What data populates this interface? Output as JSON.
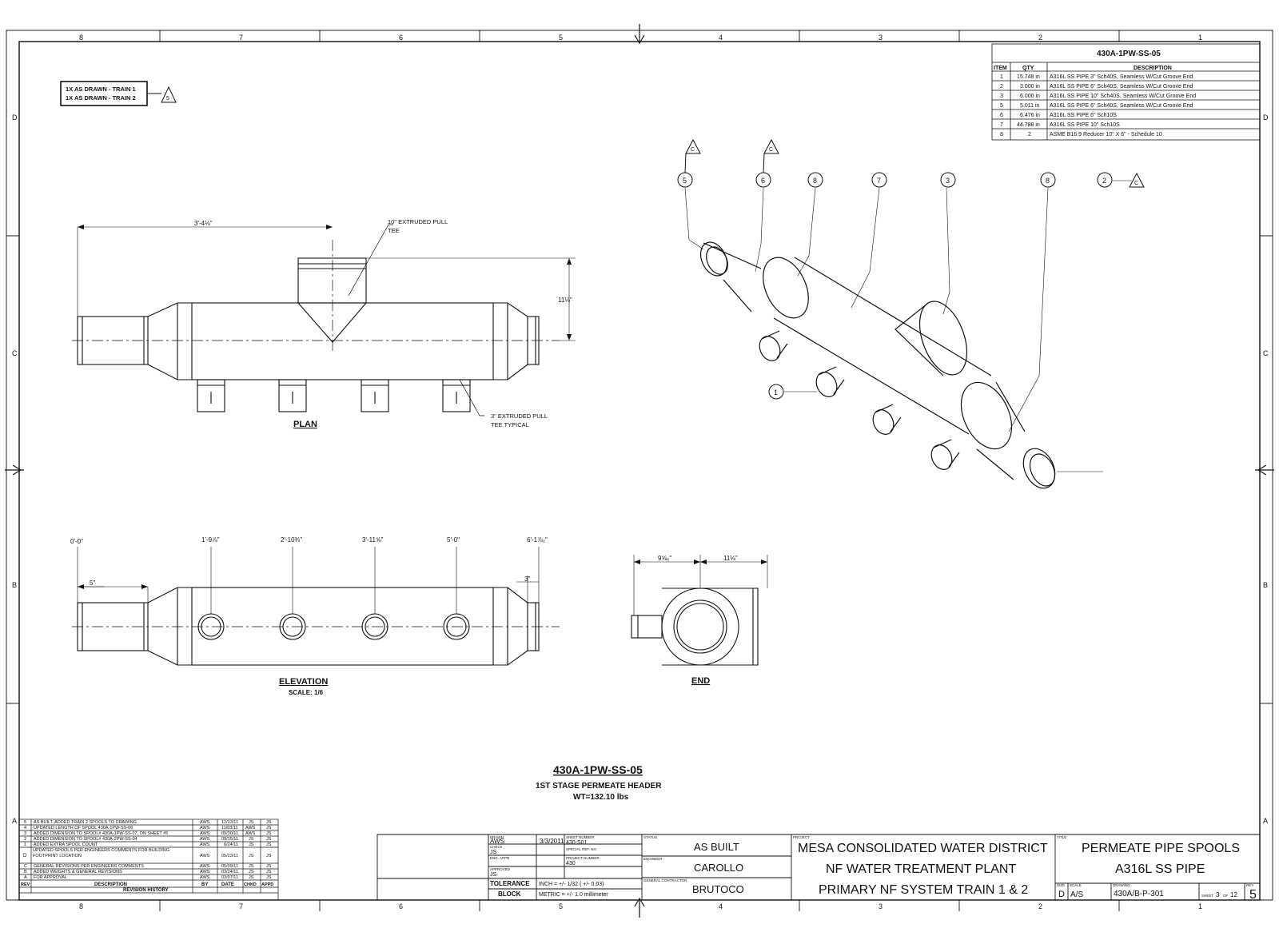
{
  "drawing": {
    "title": "430A-1PW-SS-05",
    "subtitle": "1ST STAGE PERMEATE HEADER",
    "weight": "WT=132.10 lbs"
  },
  "note_box": {
    "line1": "1X AS DRAWN - TRAIN 1",
    "line2": "1X AS DRAWN - TRAIN 2",
    "rev_tag": "5"
  },
  "border": {
    "cols_top": [
      "8",
      "7",
      "6",
      "5",
      "4",
      "3",
      "2",
      "1"
    ],
    "rows_side": [
      "D",
      "C",
      "B",
      "A"
    ]
  },
  "bom": {
    "title": "430A-1PW-SS-05",
    "headers": [
      "ITEM",
      "QTY",
      "DESCRIPTION"
    ],
    "rows": [
      {
        "item": "1",
        "qty": "15.748 in",
        "desc": "A316L SS PIPE 3\" Sch40S, Seamless W/Cut Groove End"
      },
      {
        "item": "2",
        "qty": "3.000 in",
        "desc": "A316L SS PIPE 6\" Sch40S, Seamless W/Cut Groove End"
      },
      {
        "item": "3",
        "qty": "6.000 in",
        "desc": "A316L SS PIPE 10\" Sch40S, Seamless W/Cut Groove End"
      },
      {
        "item": "5",
        "qty": "5.011 in",
        "desc": "A316L SS PIPE 6\" Sch40S, Seamless W/Cut Groove End"
      },
      {
        "item": "6",
        "qty": "6.476 in",
        "desc": "A316L SS PIPE 6\" Sch10S"
      },
      {
        "item": "7",
        "qty": "44.788 in",
        "desc": "A316L SS PIPE 10\" Sch10S"
      },
      {
        "item": "8",
        "qty": "2",
        "desc": "ASME B16.9 Reducer 10\" X 6\" - Schedule 10"
      }
    ]
  },
  "plan": {
    "label": "PLAN",
    "dim_length": "3'-4⅛\"",
    "dim_height": "11⅛\"",
    "note_tee_10": [
      "10\" EXTRUDED PULL",
      "TEE"
    ],
    "note_tee_3": [
      "3\" EXTRUDED PULL",
      "TEE TYPICAL"
    ]
  },
  "elevation": {
    "label": "ELEVATION",
    "scale": "SCALE: 1/6",
    "stations": [
      "0'-0\"",
      "1'-9⅞\"",
      "2'-10¾\"",
      "3'-11⅝\"",
      "5'-0\"",
      "6'-1⅞₂\""
    ],
    "dim_left": "5\"",
    "dim_right": "3\""
  },
  "end_view": {
    "label": "END",
    "dim_a": "9⅝₆\"",
    "dim_b": "11⅛\""
  },
  "iso_balloons": [
    "5",
    "6",
    "8",
    "7",
    "3",
    "8",
    "2",
    "1"
  ],
  "rev_triangle": "C",
  "revision_history": {
    "title": "REVISION HISTORY",
    "headers": [
      "REV",
      "DESCRIPTION",
      "BY",
      "DATE",
      "CHKD",
      "APPD"
    ],
    "rows": [
      {
        "rev": "5",
        "desc": "AS BUILT, ADDED TRAIN 2 SPOOLS TO DRAWING",
        "by": "AWS",
        "date": "12/13/11",
        "chkd": "JS",
        "appd": "JS"
      },
      {
        "rev": "4",
        "desc": "UPDATED LENGTH OF SPOOL 430A-1PW-SS-06",
        "by": "AWS",
        "date": "11/03/11",
        "chkd": "AWS",
        "appd": "JS"
      },
      {
        "rev": "3",
        "desc": "ADDED DIMENSION TO SPOOL# 430A-1PW-SS-07, ON SHEET #5",
        "by": "AWS",
        "date": "09/30/11",
        "chkd": "AWS",
        "appd": "JS"
      },
      {
        "rev": "2",
        "desc": "ADDED DIMENSION TO SPOOL# 430A-2PW-SS-04",
        "by": "AWS",
        "date": "09/15/11",
        "chkd": "JS",
        "appd": "JS"
      },
      {
        "rev": "1",
        "desc": "ADDED EXTRA SPOOL COUNT",
        "by": "AWS",
        "date": "6/24/11",
        "chkd": "JS",
        "appd": "JS"
      },
      {
        "rev": "D",
        "desc": "UPDATED SPOOLS PER ENGINEERS COMMENTS FOR BUILDING FOOTPRINT LOCATION",
        "by": "AWS",
        "date": "05/23/11",
        "chkd": "JS",
        "appd": "JS"
      },
      {
        "rev": "C",
        "desc": "GENERAL REVISIONS PER ENGINEERS COMMENTS",
        "by": "AWS",
        "date": "05/09/11",
        "chkd": "JS",
        "appd": "JS"
      },
      {
        "rev": "B",
        "desc": "ADDED WEIGHTS & GENERAL REVISIONS",
        "by": "AWS",
        "date": "03/24/11",
        "chkd": "JS",
        "appd": "JS"
      },
      {
        "rev": "A",
        "desc": "FOR APPROVAL",
        "by": "AWS",
        "date": "03/07/11",
        "chkd": "JS",
        "appd": "JS"
      }
    ]
  },
  "title_block": {
    "drawn_label": "DRAWN",
    "drawn_by": "AWS",
    "date": "3/3/2011",
    "ref1_label": "SHEET NUMBER",
    "ref1": "430-S01",
    "ref2_label": "SPECIAL REF. NO.",
    "check_label": "CHECK",
    "check_by": "JS",
    "eng_label": "ENG. APPR",
    "project_num_label": "PROJECT NUMBER",
    "project_num": "430",
    "approved_label": "APPROVED",
    "tolerance_label": "TOLERANCE",
    "block_label": "BLOCK",
    "tol_inch": "INCH = +/- 1/32 ( +/- 0.03)",
    "tol_metric": "METRIC = +/- 1.0 millimeter",
    "status_label": "STATUS",
    "status": "AS BUILT",
    "engineer_label": "ENGINEER",
    "engineer": "CAROLLO",
    "contractor_label": "GENERAL CONTRACTOR",
    "contractor": "BRUTOCO",
    "project_label": "PROJECT",
    "project_line1": "MESA CONSOLIDATED WATER DISTRICT",
    "project_line2": "NF WATER TREATMENT PLANT",
    "project_line3": "PRIMARY NF SYSTEM TRAIN 1 & 2",
    "title_label": "TITLE",
    "title_line1": "PERMEATE PIPE SPOOLS",
    "title_line2": "A316L SS PIPE",
    "size_label": "SIZE",
    "size": "D",
    "scale_label": "SCALE",
    "scale": "A/S",
    "dwg_label": "DRAWING",
    "dwg": "430A/B-P-301",
    "sheet_label": "SHEET",
    "sheet": "3",
    "of_label": "OF",
    "of": "12",
    "rev_label": "REV",
    "rev": "5"
  }
}
